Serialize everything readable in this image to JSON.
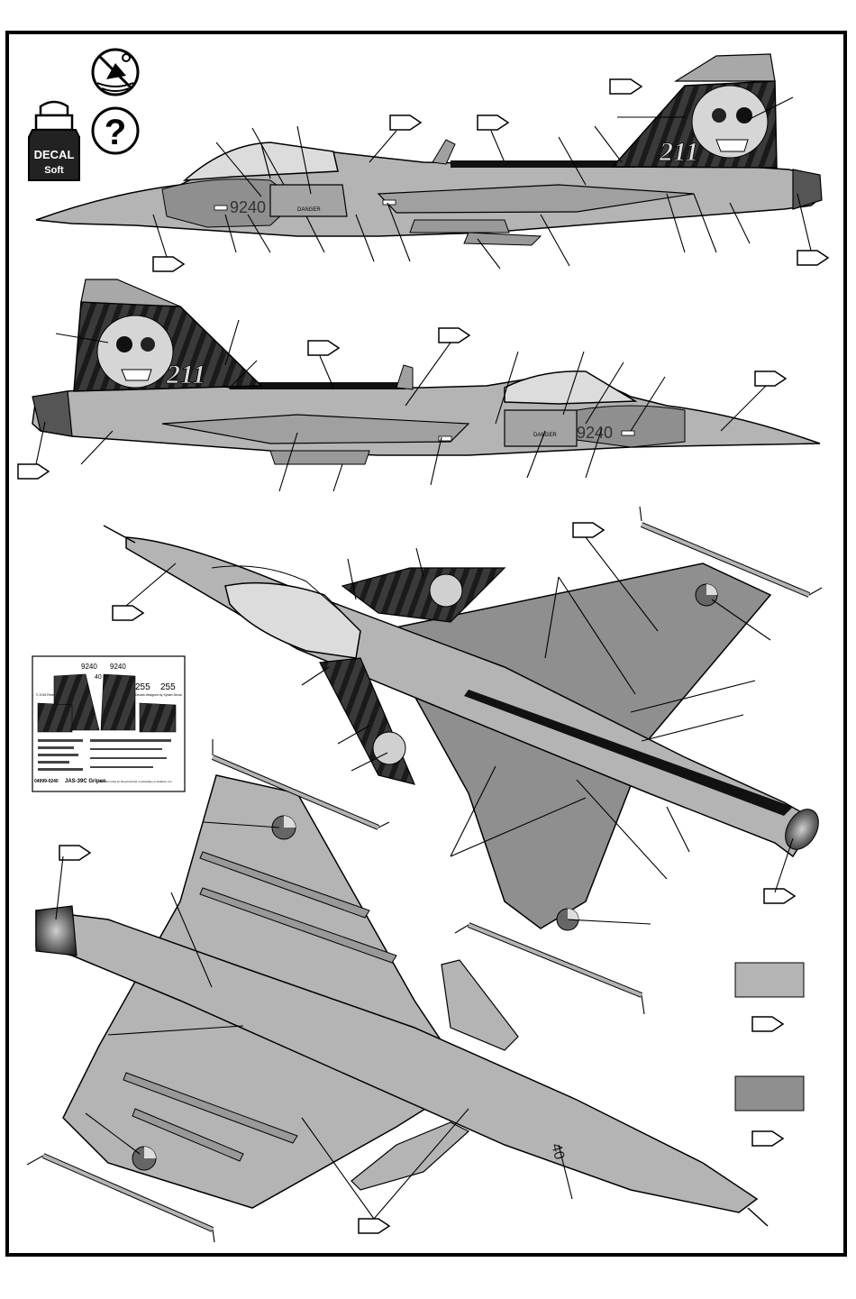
{
  "icons": {
    "decal_jar": {
      "line1": "DECAL",
      "line2": "Soft"
    },
    "question": "?"
  },
  "aircraft": {
    "serial": "9240",
    "tail_number": "211",
    "danger": "DANGER",
    "bottom_code": "40"
  },
  "decal_sheet_preview": {
    "serial_left": "9240",
    "serial_right": "9240",
    "tail_numbers": "255",
    "tail_numbers_right": "255",
    "small_40": "40",
    "credit": "Decals designed by Syhart Decal",
    "copyright": "© 2015 Revell GmbH",
    "part_number": "04999-0240",
    "title": "JAS-39C Gripen",
    "print_note": "Printed in Italy for Revell GmbH, A subsidiary of Hobbico, Inc."
  },
  "colors": {
    "light_grey": "#b4b4b4",
    "medium_grey": "#8f8f8f",
    "dark": "#111111",
    "canopy": "#dcdcdc",
    "outline": "#000000"
  },
  "legend": [
    {
      "swatch": "light_grey"
    },
    {
      "swatch": "medium_grey"
    }
  ]
}
